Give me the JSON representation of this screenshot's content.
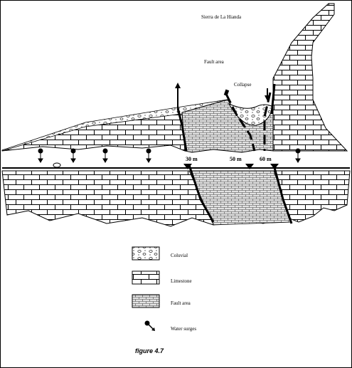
{
  "labels": {
    "sierra": "Sierra de La Hianda",
    "fault_area": "Fault area",
    "collapse": "Collapse",
    "d30": "30 m",
    "d50": "50 m",
    "d60": "60 m"
  },
  "legend": {
    "colluvial": "Coluvial",
    "limestone": "Limestone",
    "fault_area": "Fault area",
    "water_surges": "Water surges"
  },
  "caption": "figure 4.7"
}
